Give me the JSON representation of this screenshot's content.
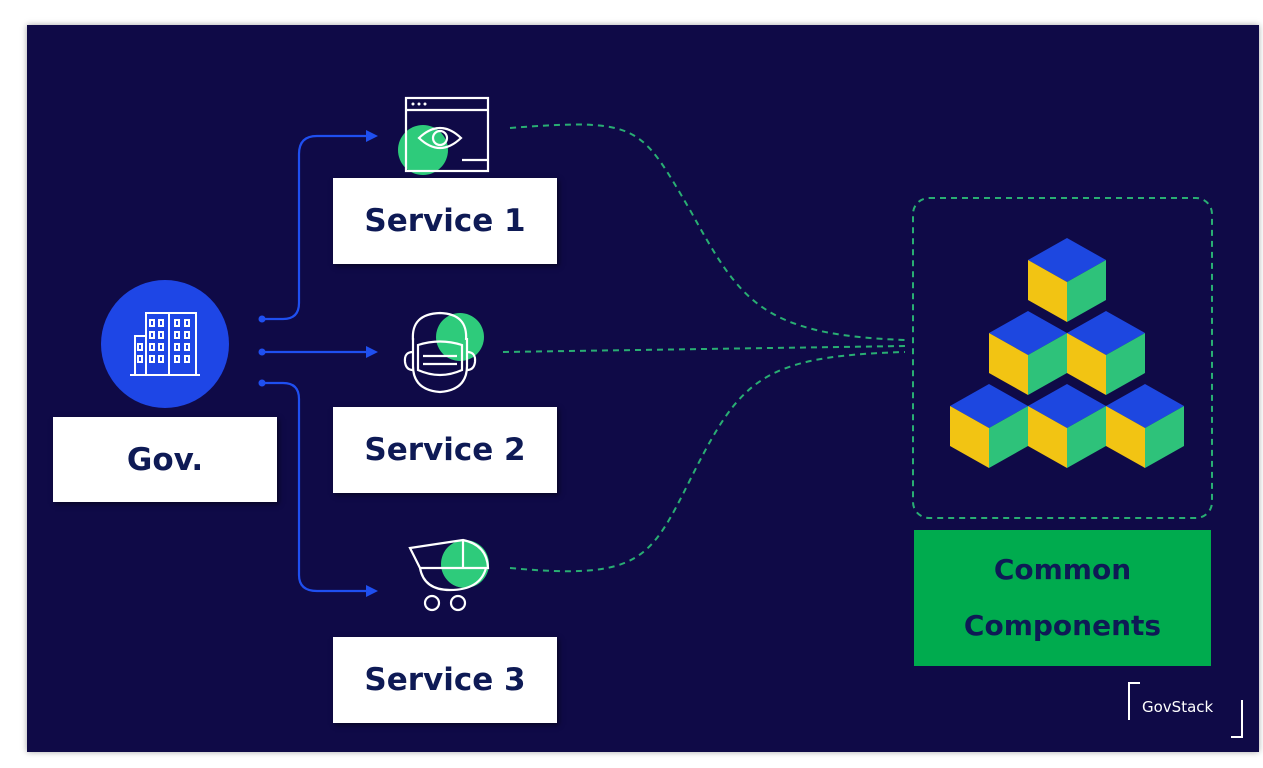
{
  "gov": {
    "label": "Gov."
  },
  "services": [
    {
      "label": "Service 1",
      "icon": "browser-eye-icon"
    },
    {
      "label": "Service 2",
      "icon": "face-mask-icon"
    },
    {
      "label": "Service 3",
      "icon": "baby-stroller-icon"
    }
  ],
  "common_components": {
    "line1": "Common",
    "line2": "Components"
  },
  "brand": {
    "logo_text": "GovStack"
  },
  "colors": {
    "background": "#0f0a47",
    "gov_circle": "#1e46e6",
    "arrow": "#1f4ff0",
    "accent_green": "#2ecb7b",
    "common_box": "#00ab4e",
    "cube_blue": "#1d47e0",
    "cube_yellow": "#f2c413",
    "cube_green": "#2ec27a"
  }
}
